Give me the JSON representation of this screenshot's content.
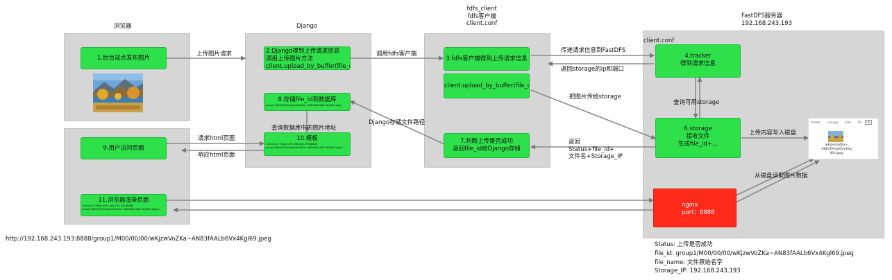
{
  "headers": {
    "browser": "浏览器",
    "django": "Django",
    "fdfs_client": [
      "fdfs_client",
      "fdfs客户端",
      "client.conf"
    ],
    "fastdfs_server": [
      "FastDFS服务器",
      "192.168.243.193"
    ]
  },
  "server_panel": {
    "conf_label": "client.conf"
  },
  "boxes": {
    "b1": "1.后台站点发布图片",
    "b2": [
      "2.Django得到上传请求信息",
      "调用上传图片方法",
      "client.upload_by_buffer(file_data)"
    ],
    "b3": "3.fdfs客户端得到上传请求信息",
    "b3b": "client.upload_by_buffer(file_data)",
    "b4": [
      "4.tracker",
      "得到请求信息"
    ],
    "b6": [
      "6.storage",
      "接收文件",
      "生成file_id+..."
    ],
    "b7": [
      "7.判断上传是否成功",
      "返回file_id给Django存储"
    ],
    "b8": "8.存储file_id到数据库",
    "b8_small": "group1/M00/00/00/wKjzwVoZKa~AN83fAALb6Vx4Kgl69.jpeg",
    "b9": "9.用户访问页面",
    "b10": "10.模板",
    "b10_small": [
      "<img src=\"http://192.168.243.193:8888/",
      "group1/M00/00/00/wKjzwVoZKa~AN83fAALb6Vx4Kgl69.jpeg\">"
    ],
    "b11": "11.浏览器渲染页面",
    "b11_small": [
      "<img src=\"http://192.168.243.193:8888/",
      "group1/M00/00/00/wKjzwVoZKa~AN83fAALb6Vx4Kgl69.jpeg\">"
    ],
    "nginx": [
      "nginx",
      "port：8888"
    ]
  },
  "arrows": {
    "upload_request": "上传图片请求",
    "call_client": "调用fdfs客户端",
    "pass_to_fastdfs": "传递请求信息到FastDFS",
    "return_ip_port": "返回storage的ip和端口",
    "send_to_storage": "把图片传给storage",
    "query_storage": "查询可用storage",
    "write_disk": "上传内容写入磁盘",
    "read_disk": "从磁盘读取图片数据",
    "return_lines": [
      "返回",
      "Status+file_id+",
      "文件名+Storage_IP"
    ],
    "django_store_path": "Django存储文件路径",
    "query_db_path": "查询数据库中的图片地址",
    "request_html": "请求html页面",
    "response_html": "响应html页面"
  },
  "disk_window": {
    "breadcrumb": [
      "fastdfs",
      "storage",
      "data",
      "00",
      "00"
    ],
    "file_name": [
      "wKjzwVoZKa~",
      "AN83fAALb6Vx4Kg",
      "l69.jpeg"
    ]
  },
  "url_text": "http://192.168.243.193:8888/group1/M00/00/00/wKjzwVoZKa~AN83fAALb6Vx4Kgl69.jpeg",
  "status_block": [
    "Status: 上传是否成功",
    "file_id: group1/M00/00/00/wKjzwVoZKa~AN83fAALb6Vx4Kgl69.jpeg",
    "file_name: 文件原始名字",
    "Storage_IP: 192.168.243.193"
  ],
  "colors": {
    "panel": "#d6d6d6",
    "green": "#2ee04a",
    "red": "#ff2a1a",
    "arrow": "#777777"
  }
}
